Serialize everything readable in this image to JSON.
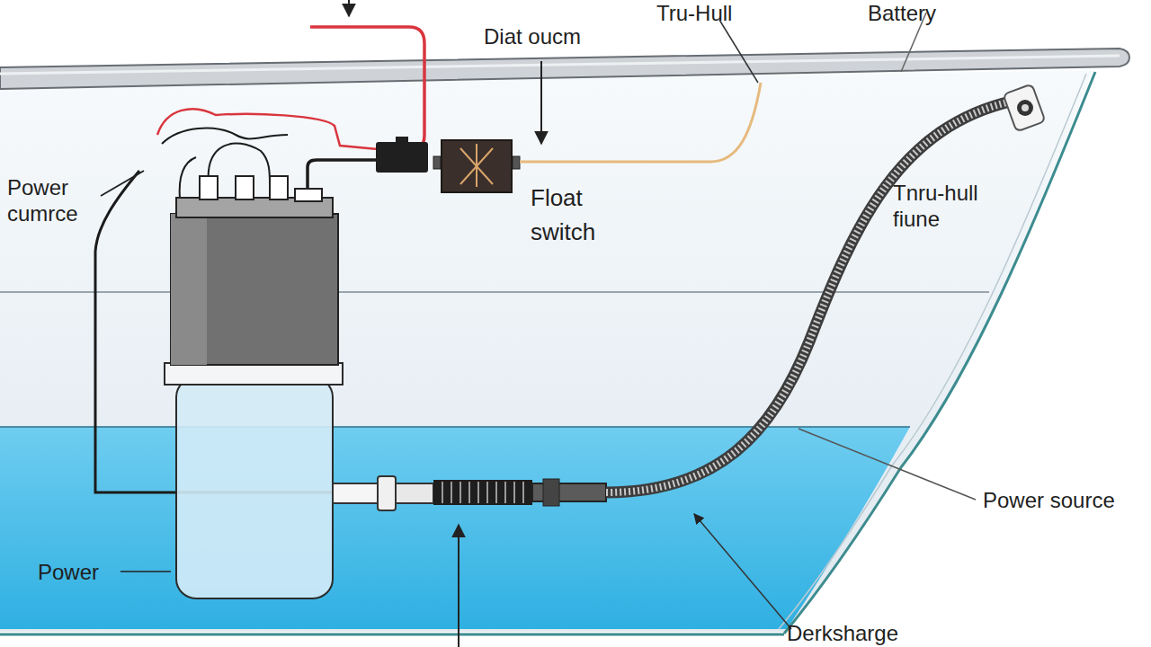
{
  "diagram": {
    "nodes": [
      {
        "text": [
          "Float switch"
        ]
      }
    ],
    "labels": [
      "Diat oucm",
      "Tru-Hull",
      "Battery",
      "Power cumrce",
      "Tnru-hull fiune",
      "Power source",
      "Power",
      "Derksharge"
    ]
  }
}
